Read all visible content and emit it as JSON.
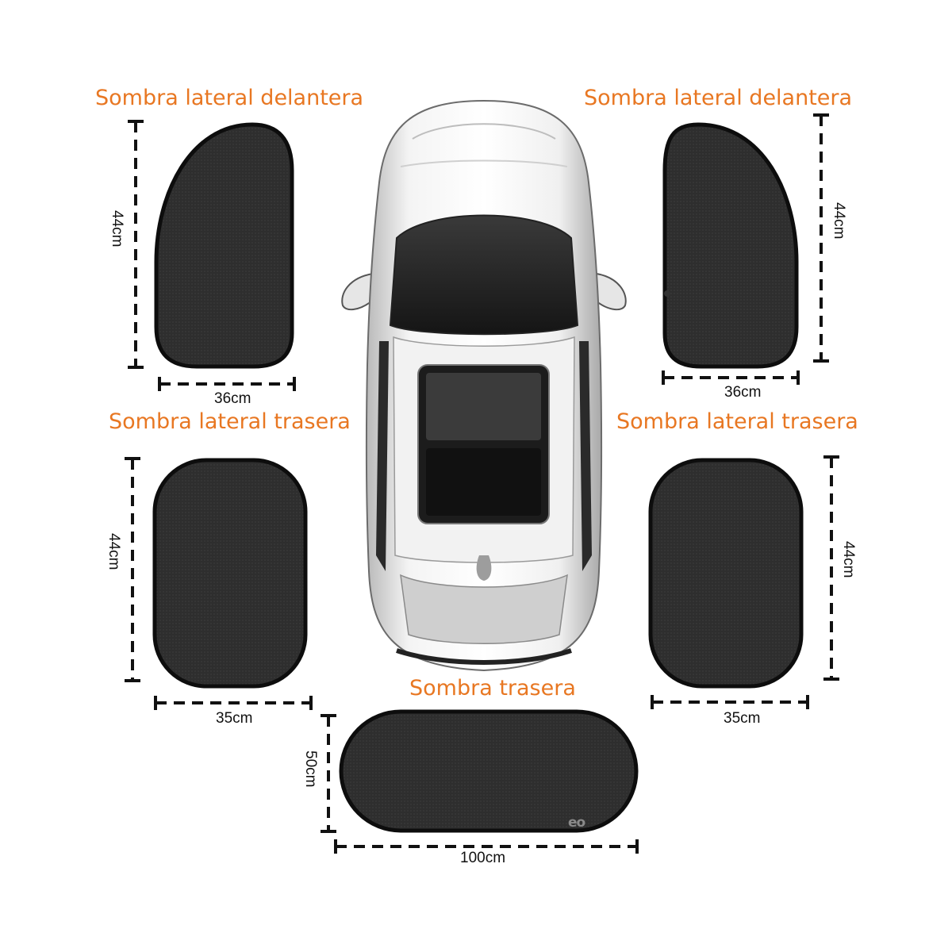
{
  "labels": {
    "front_left_title": "Sombra lateral delantera",
    "front_right_title": "Sombra lateral delantera",
    "rear_left_title": "Sombra lateral trasera",
    "rear_right_title": "Sombra lateral trasera",
    "rear_window_title": "Sombra trasera"
  },
  "dimensions": {
    "front_left_height": "44cm",
    "front_left_width": "36cm",
    "front_right_height": "44cm",
    "front_right_width": "36cm",
    "rear_left_height": "44cm",
    "rear_left_width": "35cm",
    "rear_right_height": "44cm",
    "rear_right_width": "35cm",
    "rear_window_height": "50cm",
    "rear_window_width": "100cm"
  },
  "logo": "eo",
  "colors": {
    "title": "#E87722",
    "shade": "#2b2b2b",
    "shade_edge": "#0d0d0d",
    "dimension_line": "#111111",
    "car_body": "#e9e9e9"
  }
}
